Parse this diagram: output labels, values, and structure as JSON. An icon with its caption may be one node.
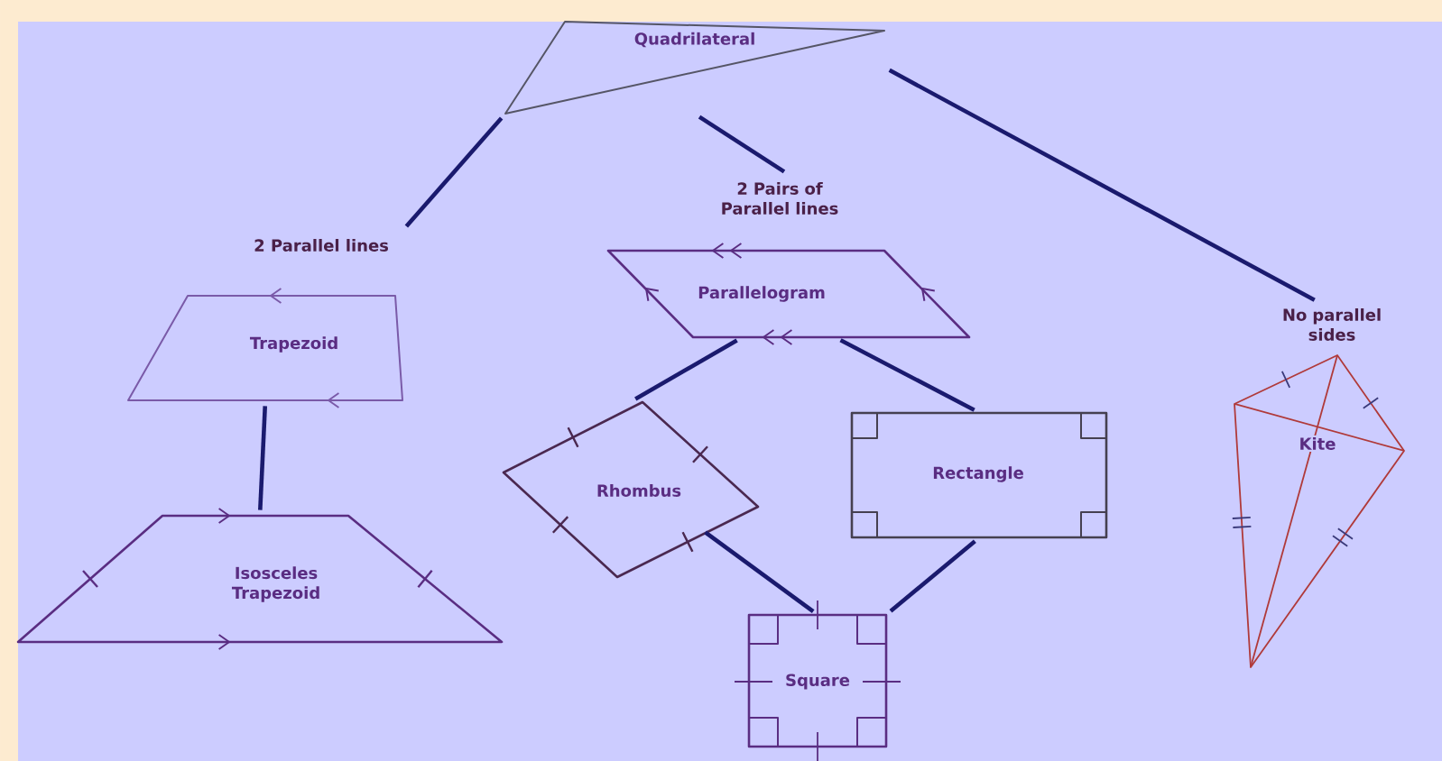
{
  "diagram": {
    "nodes": [
      {
        "text": [
          "Quadrilateral"
        ]
      },
      {
        "text": [
          "2 Parallel lines",
          "Trapezoid"
        ]
      },
      {
        "text": [
          "2 Pairs of Parallel lines",
          "Parallelogram"
        ]
      },
      {
        "text": [
          "No parallel sides",
          "Kite"
        ]
      },
      {
        "text": [
          "Isosceles Trapezoid"
        ]
      },
      {
        "text": [
          "Rhombus"
        ]
      },
      {
        "text": [
          "Rectangle"
        ]
      },
      {
        "text": [
          "Square"
        ]
      }
    ],
    "edges": [
      {
        "from": 0,
        "to": 1,
        "arrow": "none"
      },
      {
        "from": 0,
        "to": 2,
        "arrow": "none"
      },
      {
        "from": 0,
        "to": 3,
        "arrow": "none"
      },
      {
        "from": 1,
        "to": 4,
        "arrow": "none"
      },
      {
        "from": 2,
        "to": 5,
        "arrow": "none"
      },
      {
        "from": 2,
        "to": 6,
        "arrow": "none"
      },
      {
        "from": 5,
        "to": 7,
        "arrow": "none"
      },
      {
        "from": 6,
        "to": 7,
        "arrow": "none"
      }
    ]
  }
}
